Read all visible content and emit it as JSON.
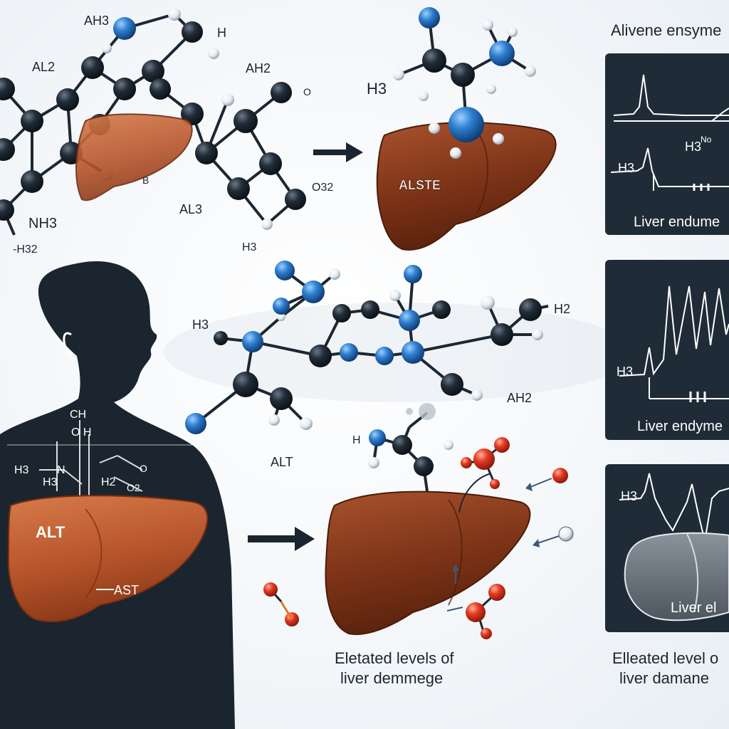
{
  "top_molecule": {
    "labels": [
      "AH3",
      "H",
      "AL2",
      "AH2",
      "O",
      "B",
      "NH3",
      "-H32",
      "AL3",
      "O32",
      "H3"
    ]
  },
  "top_liver": {
    "label": "ALSTE",
    "h_label": "H3"
  },
  "middle_molecule": {
    "labels": [
      "H3",
      "H2",
      "AH2",
      "ALT",
      "H"
    ]
  },
  "body_figure": {
    "chem_labels": [
      "CH",
      "O H",
      "H3",
      "N",
      "O",
      "H3",
      "H2",
      "O2",
      "H3"
    ],
    "liver_label": "ALT",
    "ast_label": "AST"
  },
  "bottom_caption": {
    "line1": "Eletated levels of",
    "line2": "liver demmege"
  },
  "right_panel": {
    "title": "Alivene ensyme",
    "panels": [
      {
        "labels": [
          "H3",
          "No",
          "H3"
        ],
        "caption": "Liver endume"
      },
      {
        "labels": [
          "H3"
        ],
        "caption": "Liver endyme"
      },
      {
        "labels": [
          "H3"
        ],
        "caption": "Liver el"
      }
    ],
    "caption_line1": "Elleated level o",
    "caption_line2": "liver damane"
  },
  "colors": {
    "liver": "#8a3a1c",
    "liver_light": "#b5532a",
    "atom_dark": "#1c2733",
    "atom_blue": "#2a6fbf",
    "atom_red": "#d8321f",
    "panel_bg": "#1f2b36",
    "silhouette": "#1b252f"
  }
}
